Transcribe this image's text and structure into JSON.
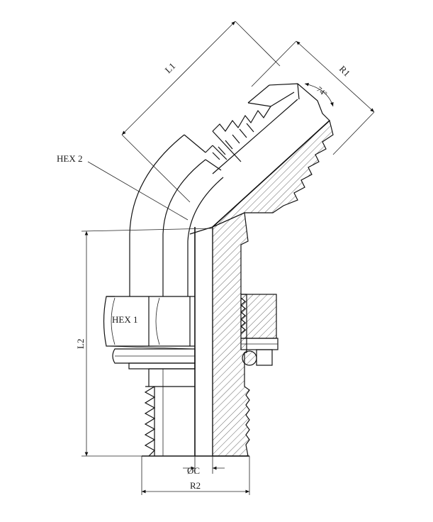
{
  "labels": {
    "hex1": "HEX 1",
    "hex2": "HEX 2",
    "l1": "L1",
    "l2": "L2",
    "r1": "R1",
    "r2": "R2",
    "diameter": "ØC",
    "angle": "74°"
  }
}
